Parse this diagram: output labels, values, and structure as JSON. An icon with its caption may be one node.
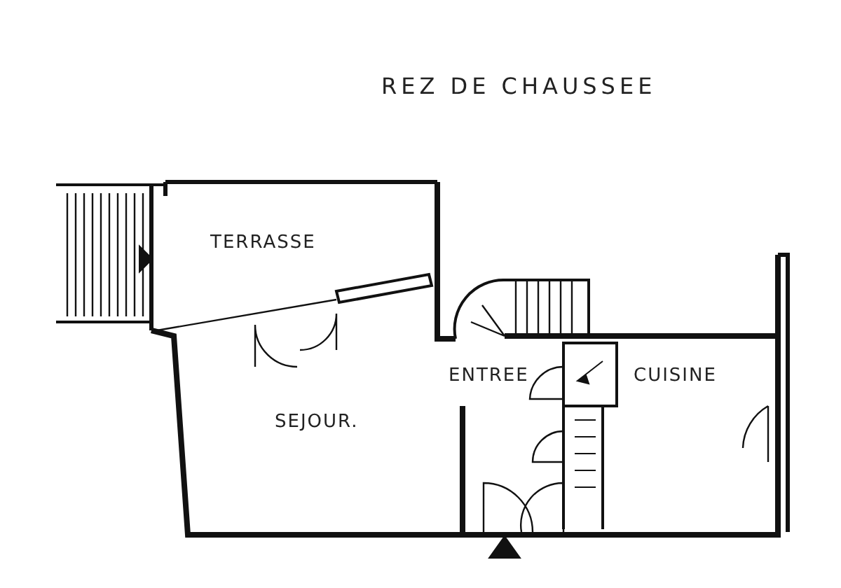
{
  "diagram": {
    "title": "REZ DE CHAUSSEE",
    "labels": [
      "TERRASSE",
      "ENTREE",
      "CUISINE",
      "SEJOUR."
    ]
  }
}
